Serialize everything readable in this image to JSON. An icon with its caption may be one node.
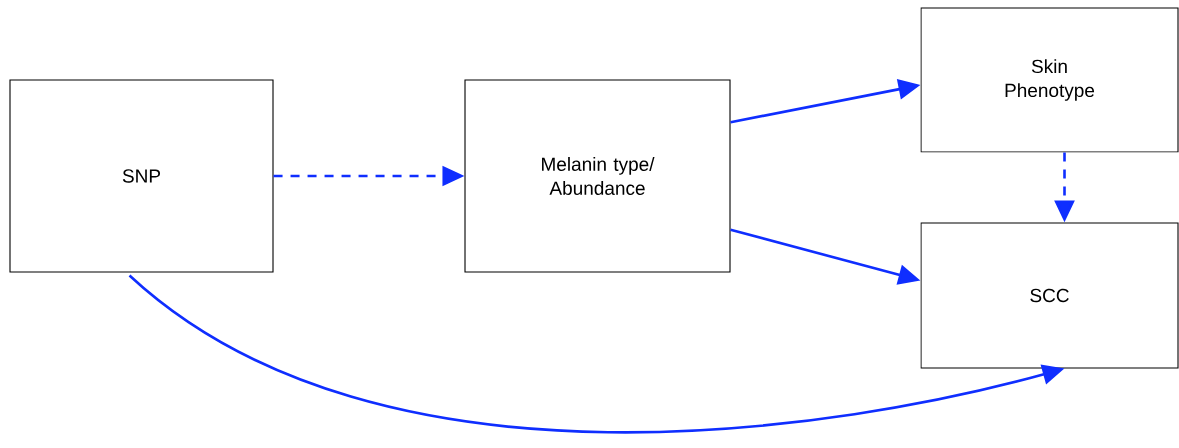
{
  "diagram": {
    "nodes": [
      {
        "text": [
          "SNP"
        ]
      },
      {
        "text": [
          "Melanin type/ Abundance"
        ]
      },
      {
        "text": [
          "Skin Phenotype"
        ]
      },
      {
        "text": [
          "SCC"
        ]
      }
    ],
    "edges": [
      {
        "from": 0,
        "to": 1,
        "arrow": "to",
        "style": "dashed"
      },
      {
        "from": 1,
        "to": 2,
        "arrow": "to"
      },
      {
        "from": 1,
        "to": 3,
        "arrow": "to"
      },
      {
        "from": 2,
        "to": 3,
        "arrow": "to",
        "style": "dashed"
      },
      {
        "from": 0,
        "to": 3,
        "arrow": "to"
      }
    ]
  }
}
